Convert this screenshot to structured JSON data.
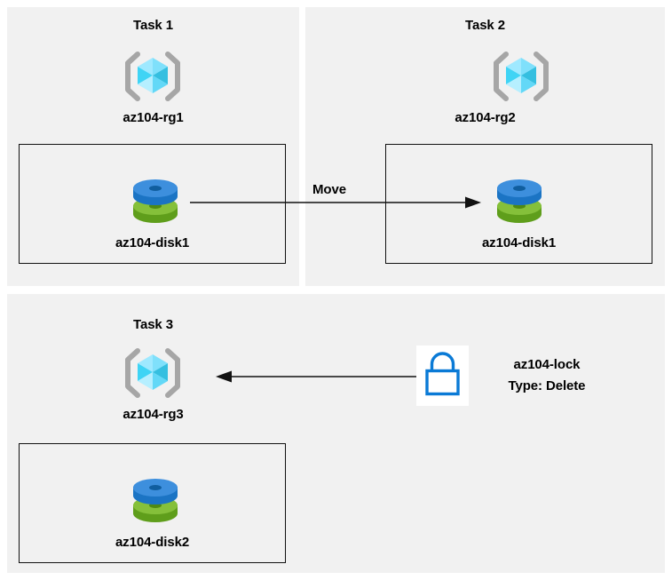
{
  "diagram": {
    "title_hidden": "",
    "background_color": "#ffffff",
    "panel_color": "#f1f1f1",
    "box_border_color": "#111111",
    "arrow_color": "#111111"
  },
  "panels": [
    {
      "id": "task1",
      "task_title": "Task 1",
      "resource_group_label": "az104-rg1",
      "resource_group_icon": "resource-group-cube-icon",
      "resource": {
        "label": "az104-disk1",
        "icon": "managed-disk-icon"
      }
    },
    {
      "id": "task2",
      "task_title": "Task 2",
      "resource_group_label": "az104-rg2",
      "resource_group_icon": "resource-group-cube-icon",
      "resource": {
        "label": "az104-disk1",
        "icon": "managed-disk-icon"
      }
    },
    {
      "id": "task3",
      "task_title": "Task 3",
      "resource_group_label": "az104-rg3",
      "resource_group_icon": "resource-group-cube-icon",
      "resource": {
        "label": "az104-disk2",
        "icon": "managed-disk-icon"
      }
    }
  ],
  "connectors": {
    "move": {
      "label": "Move",
      "direction": "right",
      "from": "task1-disk",
      "to": "task2-disk"
    },
    "lock": {
      "direction": "left",
      "from": "lock-icon",
      "to": "task3-resource-group"
    }
  },
  "lock": {
    "icon": "padlock-icon",
    "name": "az104-lock",
    "type_line": "Type: Delete",
    "icon_color": "#0a7ad6"
  },
  "colors": {
    "disk_blue_top": "#3d8fdd",
    "disk_blue_side": "#1b74c4",
    "disk_green_top": "#85c03a",
    "disk_green_side": "#5f9e1b",
    "cube_cyan_light": "#8fe6ff",
    "cube_cyan_mid": "#3fd4f5",
    "cube_cyan_dark": "#2bb6dd",
    "bracket_gray": "#a6a6a6"
  }
}
